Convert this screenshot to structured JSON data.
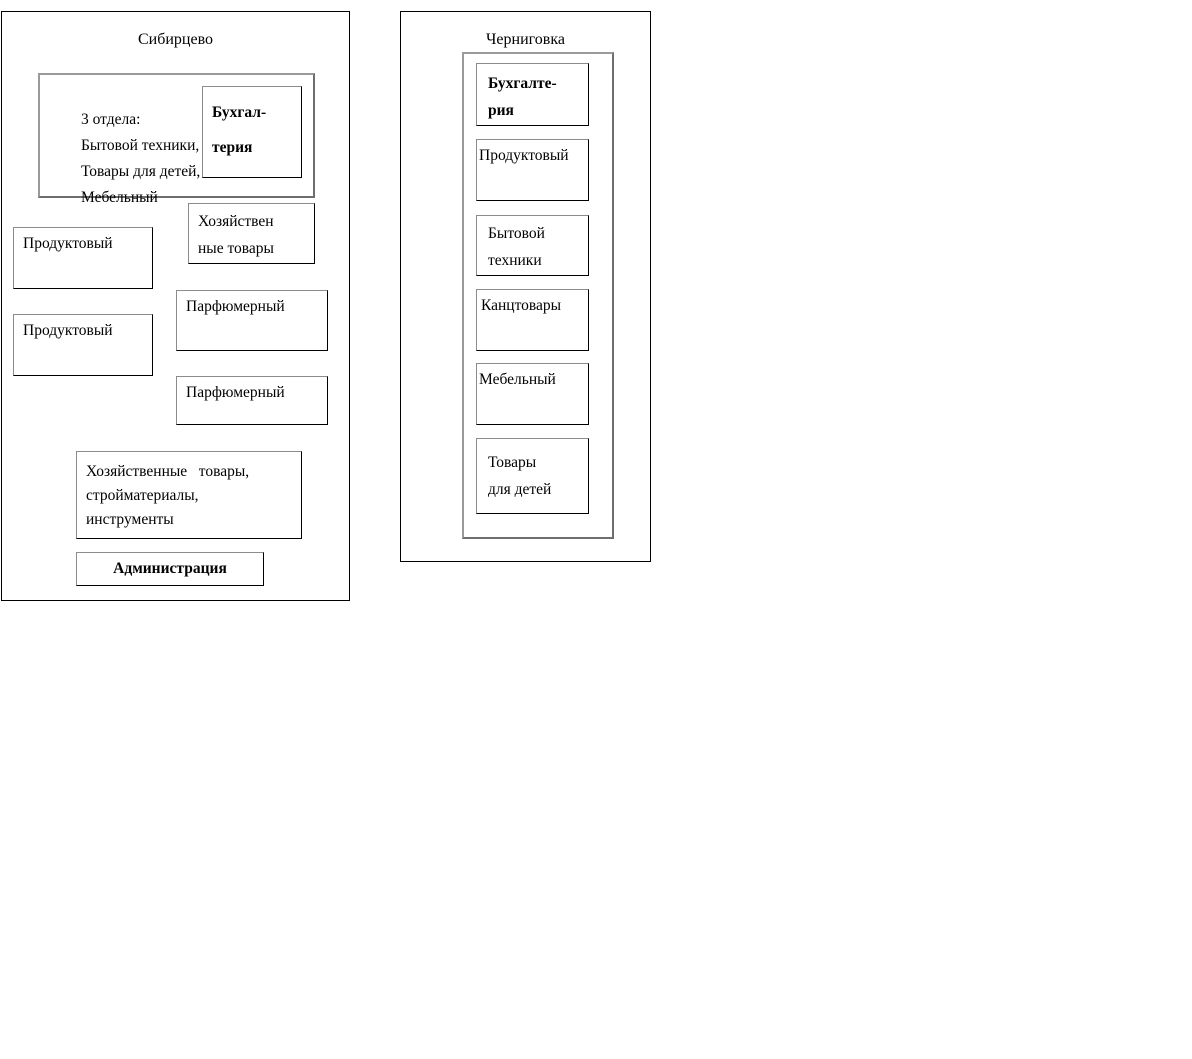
{
  "diagram": {
    "type": "org-structure",
    "title_style": "two location panels with department boxes"
  },
  "panels": [
    {
      "id": "sibirtsevo",
      "title": "Сибирцево",
      "group": {
        "id": "three-departments-group",
        "text_lines": [
          "3 отдела:",
          "Бытовой техники,",
          "Товары для детей,",
          "Мебельный"
        ],
        "accounting": {
          "lines": [
            "Бухгал-",
            "терия"
          ],
          "bold": true
        }
      },
      "departments": [
        {
          "id": "prodovolstvennyy-1",
          "lines": [
            "Продуктовый"
          ]
        },
        {
          "id": "prodovolstvennyy-2",
          "lines": [
            "Продуктовый"
          ]
        },
        {
          "id": "hozyaystvennye-tovary",
          "lines": [
            "Хозяйствен",
            "ные товары"
          ]
        },
        {
          "id": "parfyumernyy-1",
          "lines": [
            "Парфюмерный"
          ]
        },
        {
          "id": "parfyumernyy-2",
          "lines": [
            "Парфюмерный"
          ]
        },
        {
          "id": "hoz-stroy-instrument",
          "lines": [
            "Хозяйственные   товары,",
            "стройматериалы,",
            "инструменты"
          ]
        },
        {
          "id": "administratsiya",
          "lines": [
            "Администрация"
          ],
          "bold": true
        }
      ]
    },
    {
      "id": "chernigovka",
      "title": "Черниговка",
      "departments": [
        {
          "id": "buhgalteriya",
          "lines": [
            "Бухгалте-",
            "рия"
          ],
          "bold": true
        },
        {
          "id": "produktovyy",
          "lines": [
            "Продуктовый"
          ]
        },
        {
          "id": "bytovoy-tehniki",
          "lines": [
            "Бытовой",
            "техники"
          ]
        },
        {
          "id": "kanctovary",
          "lines": [
            "Канцтовары"
          ]
        },
        {
          "id": "mebelnyy",
          "lines": [
            "Мебельный"
          ]
        },
        {
          "id": "tovary-dlya-detey",
          "lines": [
            "Товары",
            "для детей"
          ]
        }
      ]
    }
  ],
  "colors": {
    "panel_border": "#000000",
    "group_border": "#9a9a9a",
    "box_border": "#000000",
    "background": "#ffffff",
    "text": "#000000"
  }
}
